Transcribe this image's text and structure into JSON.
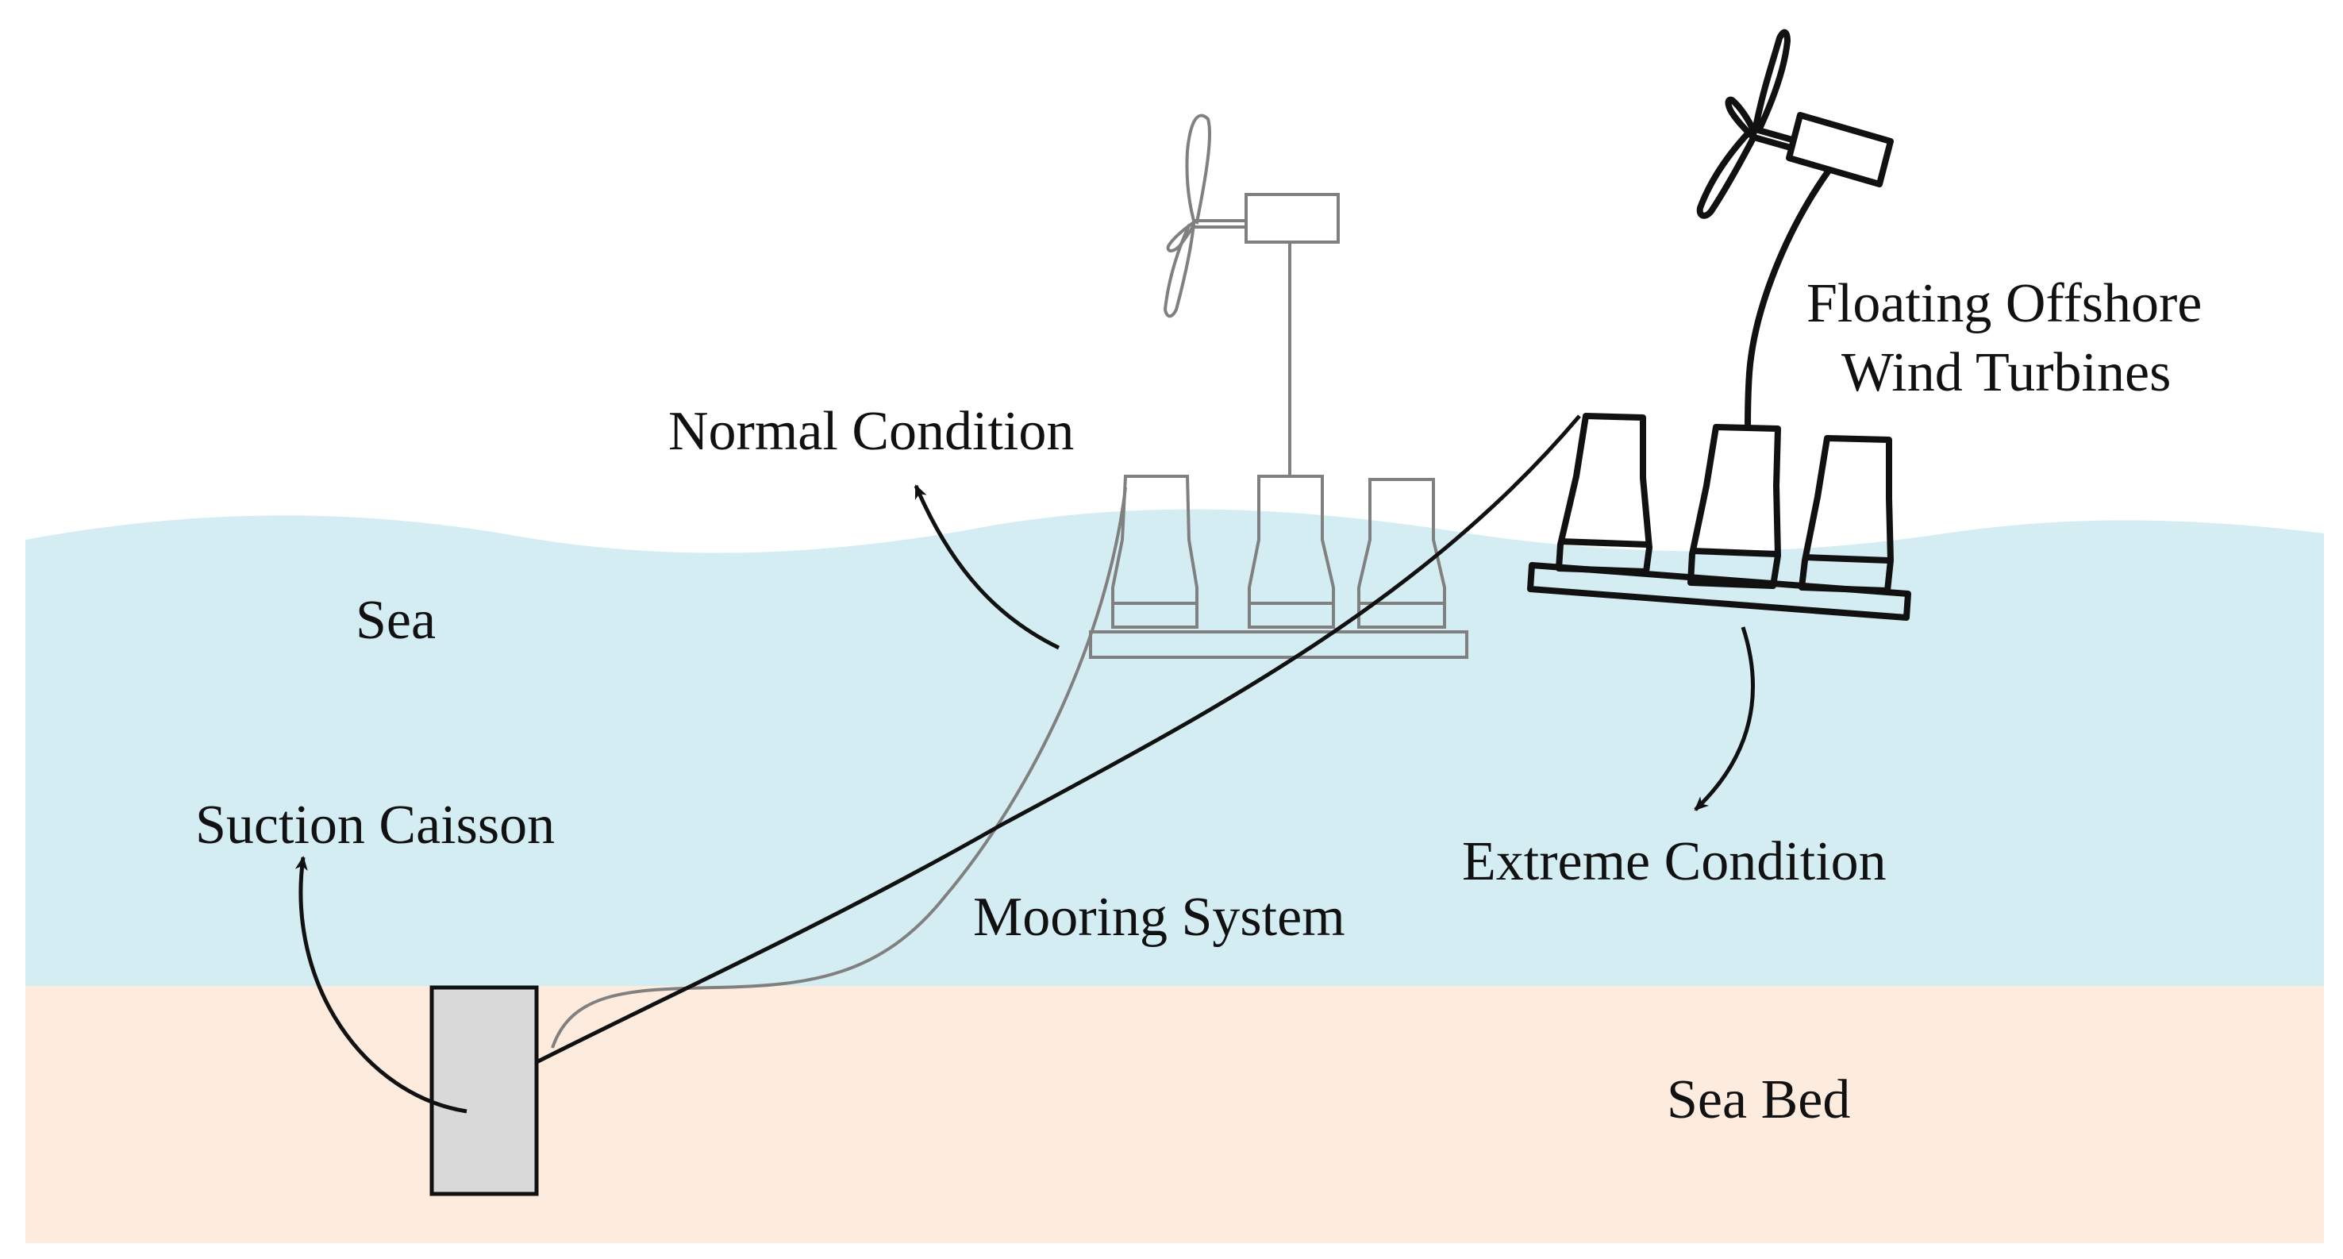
{
  "labels": {
    "normal_condition": "Normal Condition",
    "floating_line1": "Floating Offshore",
    "floating_line2": "Wind Turbines",
    "sea": "Sea",
    "suction_caisson": "Suction Caisson",
    "mooring_system": "Mooring System",
    "extreme_condition": "Extreme Condition",
    "sea_bed": "Sea Bed"
  },
  "colors": {
    "sea": "#d4edf3",
    "seabed": "#fdebde",
    "caisson": "#d9d9d9",
    "normal_outline": "#808080",
    "extreme_outline": "#111111"
  }
}
